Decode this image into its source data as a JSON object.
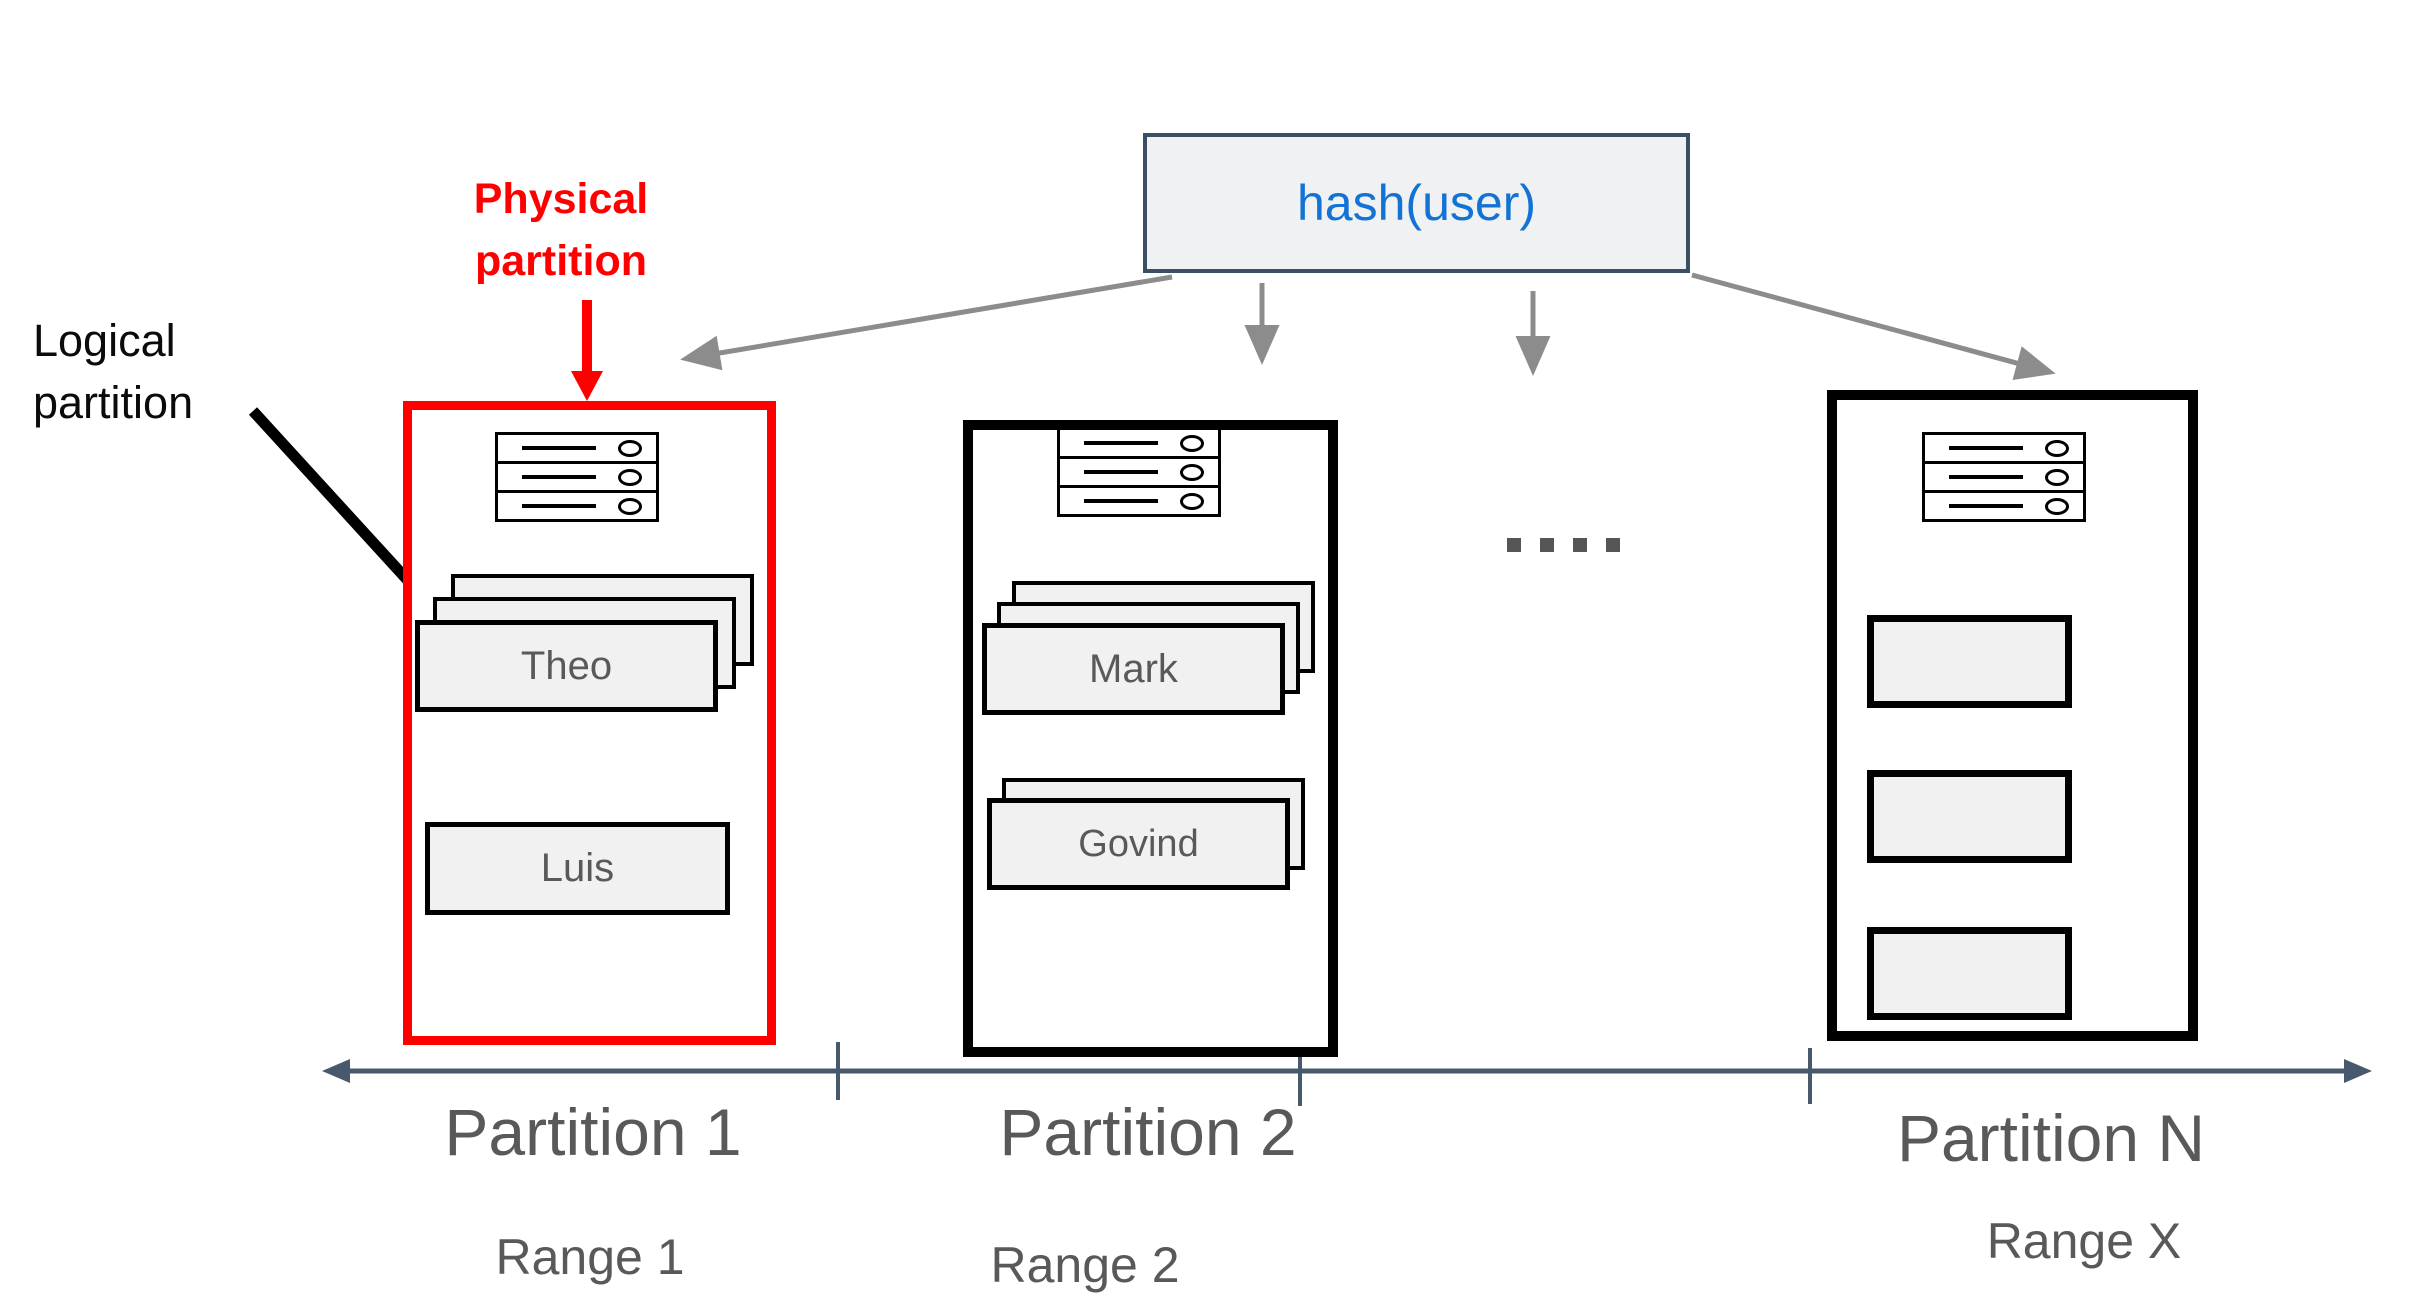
{
  "colors": {
    "accent_red": "#FF0000",
    "hash_text_blue": "#1273D4",
    "hash_box_border": "#3A4F63",
    "hash_box_fill": "#EFF1F2",
    "axis_slate": "#48596E",
    "arrow_gray": "#8C8C8C",
    "card_fill": "#F1F1F1",
    "text_gray": "#595959",
    "box_black": "#000000"
  },
  "hash_box": {
    "label": "hash(user)"
  },
  "annotations": {
    "physical": {
      "line1": "Physical",
      "line2": "partition"
    },
    "logical": {
      "line1": "Logical",
      "line2": "partition"
    }
  },
  "partitions": [
    {
      "name": "Partition 1",
      "range": "Range 1",
      "cards": [
        {
          "label": "Theo",
          "stack": 3
        },
        {
          "label": "Luis",
          "stack": 1
        }
      ]
    },
    {
      "name": "Partition 2",
      "range": "Range 2",
      "cards": [
        {
          "label": "Mark",
          "stack": 3
        },
        {
          "label": "Govind",
          "stack": 2
        }
      ]
    },
    {
      "name": "Partition N",
      "range": "Range X",
      "cards": [
        {
          "label": "",
          "stack": 1
        },
        {
          "label": "",
          "stack": 1
        },
        {
          "label": "",
          "stack": 1
        }
      ]
    }
  ],
  "separator": {
    "dot_count": 4
  }
}
